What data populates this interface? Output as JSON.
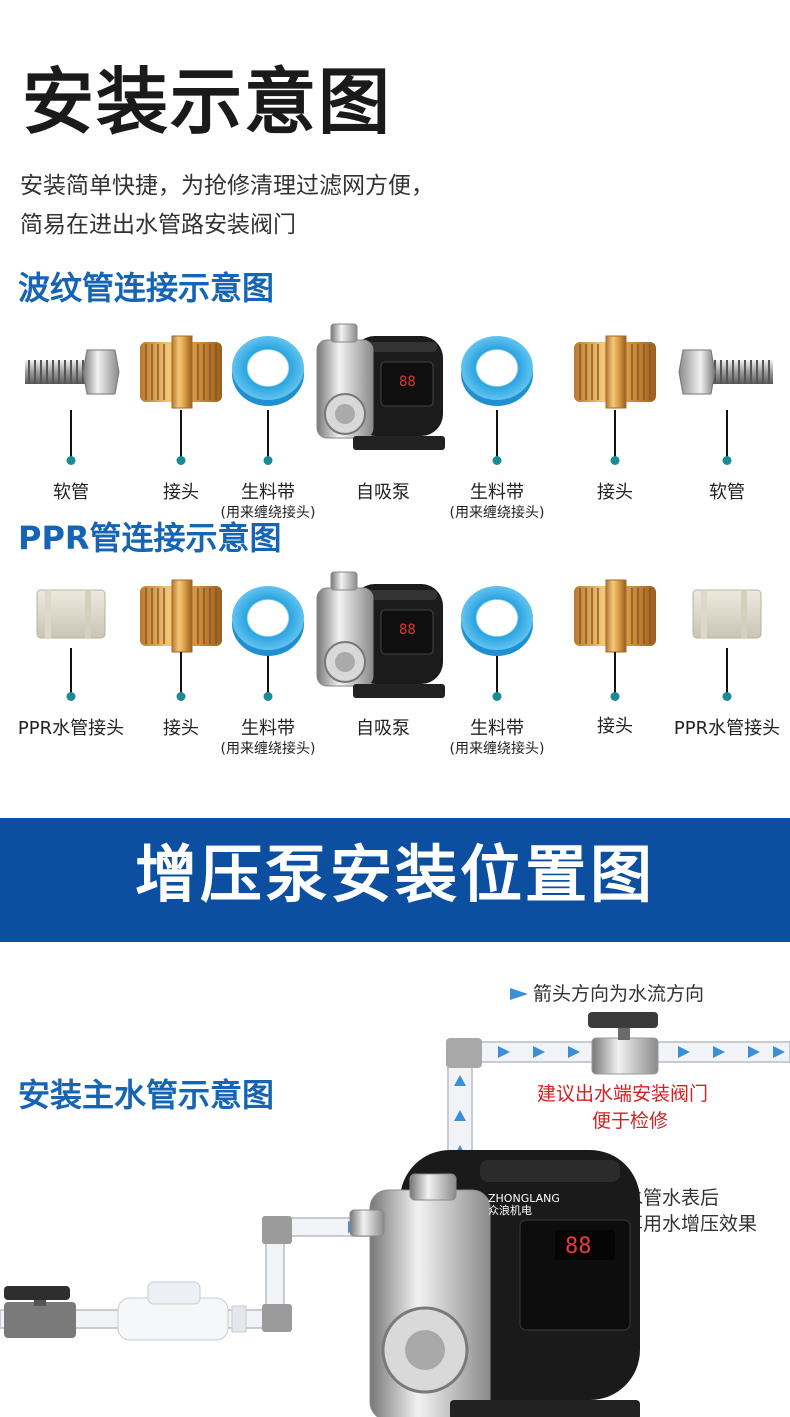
{
  "header": {
    "title": "安装示意图",
    "intro_line1": "安装简单快捷，为抢修清理过滤网方便，",
    "intro_line2": "简易在进出水管路安装阀门"
  },
  "section1": {
    "title": "波纹管连接示意图",
    "parts": [
      {
        "label": "软管",
        "icon": "corrugated-hose-icon"
      },
      {
        "label": "接头",
        "icon": "brass-fitting-icon"
      },
      {
        "label": "生料带",
        "sub": "(用来缠绕接头)",
        "icon": "ptfe-tape-icon"
      },
      {
        "label": "自吸泵",
        "icon": "pump-icon"
      },
      {
        "label": "生料带",
        "sub": "(用来缠绕接头)",
        "icon": "ptfe-tape-icon"
      },
      {
        "label": "接头",
        "icon": "brass-fitting-icon"
      },
      {
        "label": "软管",
        "icon": "corrugated-hose-icon"
      }
    ]
  },
  "section2": {
    "title": "PPR管连接示意图",
    "parts": [
      {
        "label": "PPR水管接头",
        "icon": "ppr-connector-icon"
      },
      {
        "label": "接头",
        "icon": "brass-fitting-icon"
      },
      {
        "label": "生料带",
        "sub": "(用来缠绕接头)",
        "icon": "ptfe-tape-icon"
      },
      {
        "label": "自吸泵",
        "icon": "pump-icon"
      },
      {
        "label": "生料带",
        "sub": "(用来缠绕接头)",
        "icon": "ptfe-tape-icon"
      },
      {
        "label": "接头",
        "icon": "brass-fitting-icon"
      },
      {
        "label": "PPR水管接头",
        "icon": "ppr-connector-icon"
      }
    ]
  },
  "banner": {
    "title": "增压泵安装位置图",
    "color": "#0c4fa0"
  },
  "install": {
    "title": "安装主水管示意图",
    "arrow_legend": "箭头方向为水流方向",
    "valve_note_line1": "建议出水端安装阀门",
    "valve_note_line2": "便于检修",
    "effect_line1": "安装主水管水表后",
    "effect_line2": "全屋尽享用水增压效果",
    "brand_latin": "ZHONGLANG",
    "brand_cn": "众浪机电",
    "display_digits": "88"
  },
  "colors": {
    "accent_blue": "#1664b4",
    "teal_dot": "#1a8a94",
    "note_red": "#d42020",
    "flow_arrow": "#3b8fd9"
  }
}
